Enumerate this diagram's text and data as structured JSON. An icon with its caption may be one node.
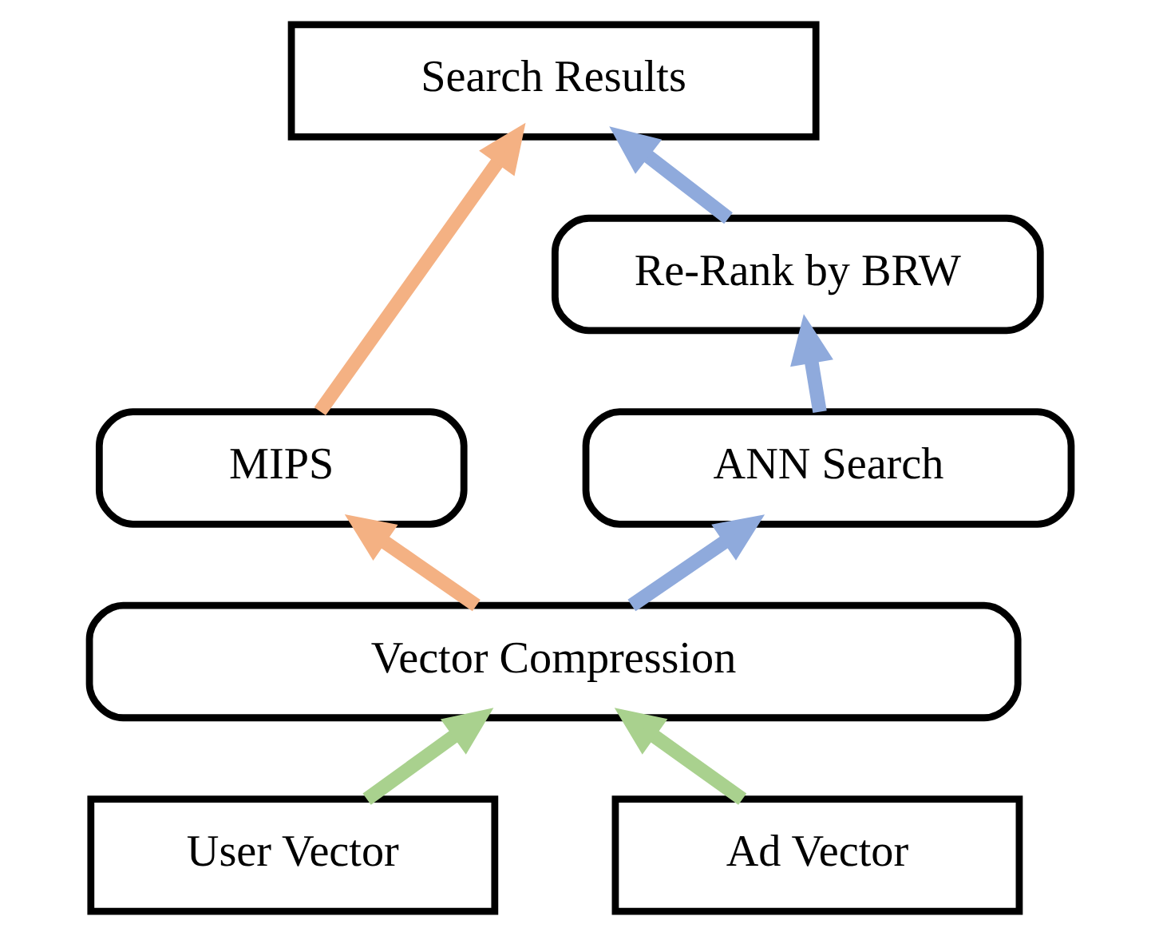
{
  "diagram": {
    "nodes": [
      {
        "text": [
          "Search Results"
        ]
      },
      {
        "text": [
          "Re-Rank by BRW"
        ]
      },
      {
        "text": [
          "MIPS"
        ]
      },
      {
        "text": [
          "ANN Search"
        ]
      },
      {
        "text": [
          "Vector Compression"
        ]
      },
      {
        "text": [
          "User Vector"
        ]
      },
      {
        "text": [
          "Ad Vector"
        ]
      }
    ],
    "edges": [
      {
        "from": 5,
        "to": 4,
        "arrow": "to",
        "color": "#a9d18e"
      },
      {
        "from": 6,
        "to": 4,
        "arrow": "to",
        "color": "#a9d18e"
      },
      {
        "from": 4,
        "to": 3,
        "arrow": "to",
        "color": "#8faadc"
      },
      {
        "from": 3,
        "to": 1,
        "arrow": "to",
        "color": "#8faadc"
      },
      {
        "from": 1,
        "to": 0,
        "arrow": "to",
        "color": "#8faadc"
      },
      {
        "from": 4,
        "to": 2,
        "arrow": "to",
        "color": "#f4b183"
      },
      {
        "from": 2,
        "to": 0,
        "arrow": "to",
        "color": "#f4b183"
      }
    ]
  }
}
